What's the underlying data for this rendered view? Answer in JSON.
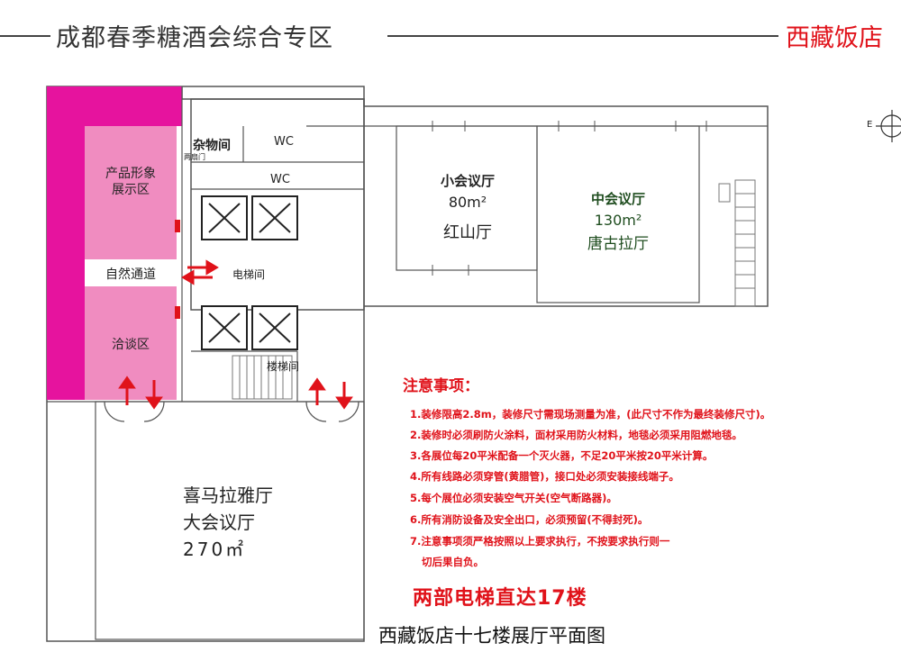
{
  "header": {
    "title": "成都春季糖酒会综合专区",
    "hotel": "西藏饭店"
  },
  "rooms": {
    "product_display": [
      "产品形象",
      "展示区"
    ],
    "natural_passage": "自然通道",
    "negotiation": "洽谈区",
    "storage": "杂物间",
    "storage_door": "两扇门",
    "wc1": "WC",
    "wc2": "WC",
    "elevator_hall": "电梯间",
    "stairwell": "楼梯间",
    "small_meeting": {
      "name": "小会议厅",
      "area": "80m²",
      "alias": "红山厅"
    },
    "medium_meeting": {
      "name": "中会议厅",
      "area": "130m²",
      "alias": "唐古拉厅"
    },
    "large_meeting": {
      "name": "喜马拉雅厅",
      "type": "大会议厅",
      "area": "270㎡"
    }
  },
  "compass": {
    "east": "E"
  },
  "notes": {
    "title": "注意事项：",
    "items": [
      "1.装修限高2.8m，装修尺寸需现场测量为准，(此尺寸不作为最终装修尺寸)。",
      "2.装修时必须刷防火涂料，面材采用防火材料，地毯必须采用阻燃地毯。",
      "3.各展位每20平米配备一个灭火器，不足20平米按20平米计算。",
      "4.所有线路必须穿管(黄腊管)，接口处必须安装接线端子。",
      "5.每个展位必须安装空气开关(空气断路器)。",
      "6.所有消防设备及安全出口，必须预留(不得封死)。",
      "7.注意事项须严格按照以上要求执行，不按要求执行则一",
      "切后果自负。"
    ]
  },
  "elevator_note": "两部电梯直达17楼",
  "caption": "西藏饭店十七楼展厅平面图",
  "colors": {
    "accent_red": "#e0121a",
    "magenta": "#e6139e",
    "pink": "#f08cc0",
    "green_text": "#1f4d1f"
  }
}
